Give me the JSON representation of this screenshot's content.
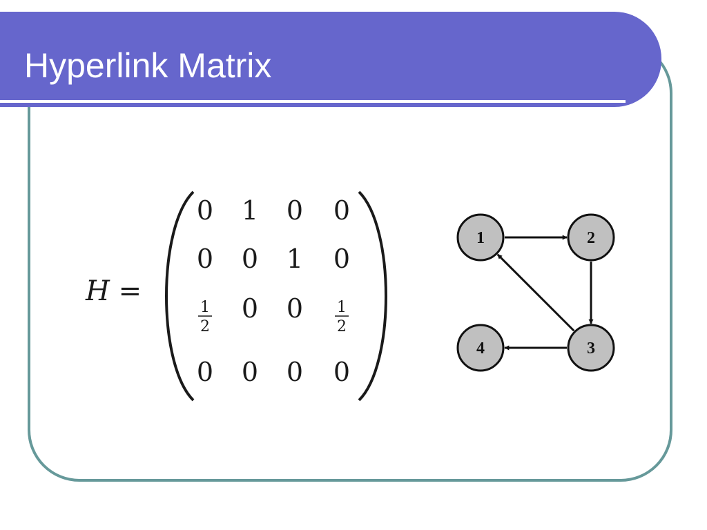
{
  "slide": {
    "title": "Hyperlink Matrix",
    "colors": {
      "title_bar": "#6666cc",
      "frame_border": "#66999a",
      "node_fill": "#c0c0c0",
      "ink": "#111111"
    }
  },
  "equation": {
    "lhs": "H =",
    "matrix_rows": [
      [
        "0",
        "1",
        "0",
        "0"
      ],
      [
        "0",
        "0",
        "1",
        "0"
      ],
      [
        "1/2",
        "0",
        "0",
        "1/2"
      ],
      [
        "0",
        "0",
        "0",
        "0"
      ]
    ]
  },
  "graph": {
    "nodes": [
      "1",
      "2",
      "3",
      "4"
    ],
    "edges": [
      {
        "from": "1",
        "to": "2"
      },
      {
        "from": "2",
        "to": "3"
      },
      {
        "from": "3",
        "to": "1"
      },
      {
        "from": "3",
        "to": "4"
      }
    ]
  }
}
